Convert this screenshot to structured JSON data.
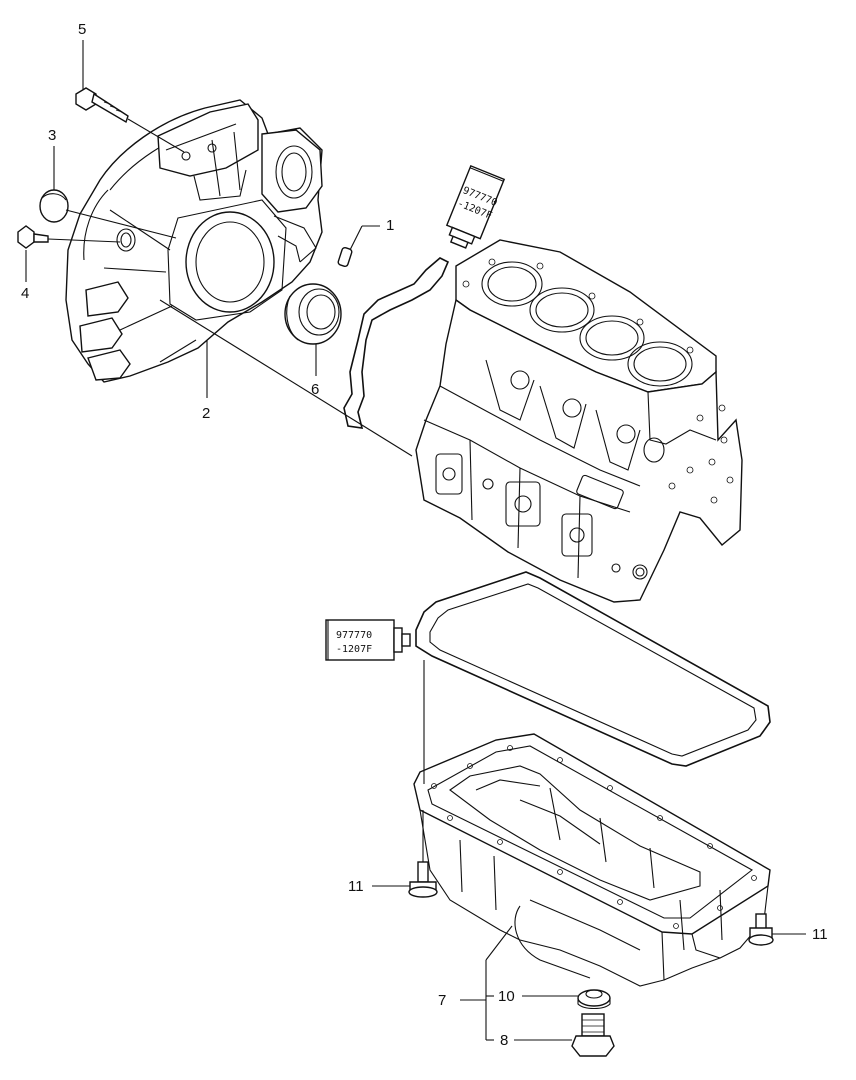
{
  "callouts": {
    "c1": "1",
    "c2": "2",
    "c3": "3",
    "c4": "4",
    "c5": "5",
    "c6": "6",
    "c7": "7",
    "c8": "8",
    "c10": "10",
    "c11_left": "11",
    "c11_right": "11"
  },
  "sealant_tubes": {
    "upper": {
      "line1": "977770",
      "line2": "-1207F"
    },
    "lower": {
      "line1": "977770",
      "line2": "-1207F"
    }
  }
}
